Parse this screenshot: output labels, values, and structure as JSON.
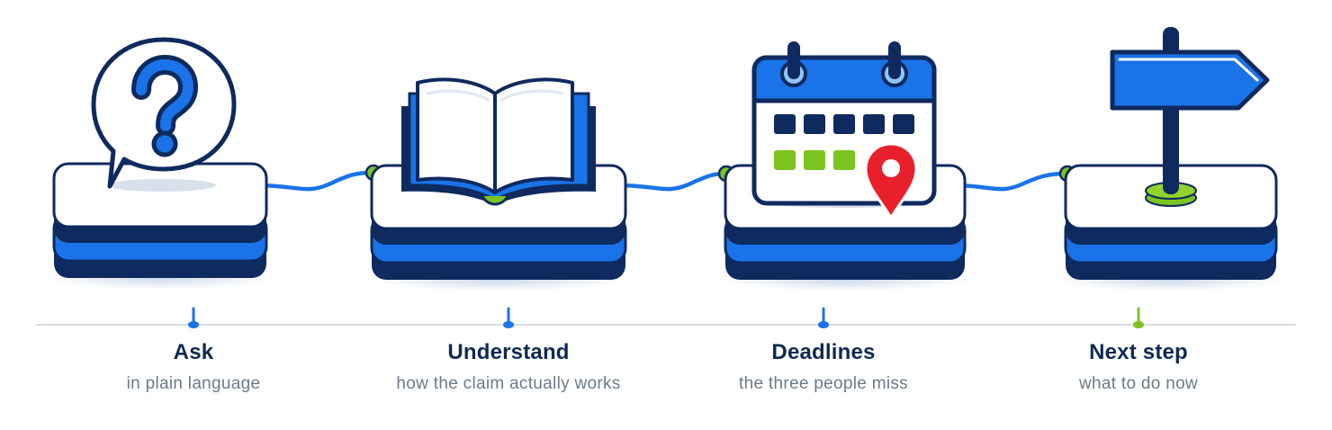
{
  "steps": [
    {
      "title": "Ask",
      "subtitle": "in plain language",
      "icon": "question-bubble-icon"
    },
    {
      "title": "Understand",
      "subtitle": "how the claim actually works",
      "icon": "open-book-icon"
    },
    {
      "title": "Deadlines",
      "subtitle": "the three people miss",
      "icon": "calendar-pin-icon"
    },
    {
      "title": "Next step",
      "subtitle": "what to do now",
      "icon": "signpost-icon"
    }
  ],
  "colors": {
    "navy": "#0f2a5e",
    "blue": "#1a73e8",
    "green": "#7cc420",
    "red": "#e8202b",
    "text_dark": "#0f2a52",
    "text_muted": "#6d7a8a",
    "baseline": "#d9dee5"
  }
}
